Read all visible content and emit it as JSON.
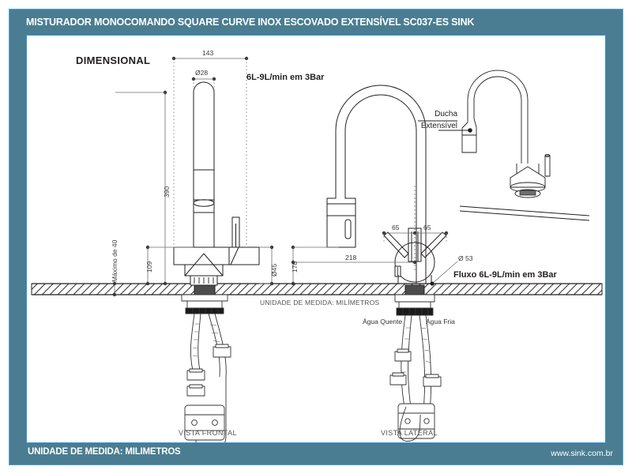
{
  "header": {
    "title": "MISTURADOR MONOCOMANDO SQUARE CURVE INOX ESCOVADO EXTENSÍVEL SC037-ES SINK"
  },
  "footer": {
    "left": "UNIDADE DE MEDIDA: MILIMETROS",
    "right": "www.sink.com.br"
  },
  "drawing": {
    "section_title": "DIMENSIONAL",
    "flow_note_top": "6L-9L/min em 3Bar",
    "flow_note_right": "Fluxo 6L-9L/min em 3Bar",
    "unit_note": "UNIDADE DE MEDIDA: MILÍMETROS",
    "ducha_label_line1": "Ducha",
    "ducha_label_line2": "Extensível",
    "hot_water": "Água Quente",
    "cold_water": "Água Fria",
    "view_front": "VISTA FRONTAL",
    "view_side": "VISTA LATERAL",
    "dimensions": {
      "width_top": "143",
      "spout_dia": "Ø28",
      "total_height": "390",
      "body_height": "109",
      "base_dia": "Ø45",
      "max_thickness": "Máximo de 40",
      "spout_height": "178",
      "handle_left": "65",
      "handle_right": "65",
      "reach": "218",
      "base_dia_side": "Ø 53"
    }
  },
  "colors": {
    "frame": "#4a7d91",
    "frame_border": "#57a8d6",
    "canvas_border": "#2d93d6",
    "ink": "#231f20",
    "dim_gray": "#6d6e71"
  }
}
